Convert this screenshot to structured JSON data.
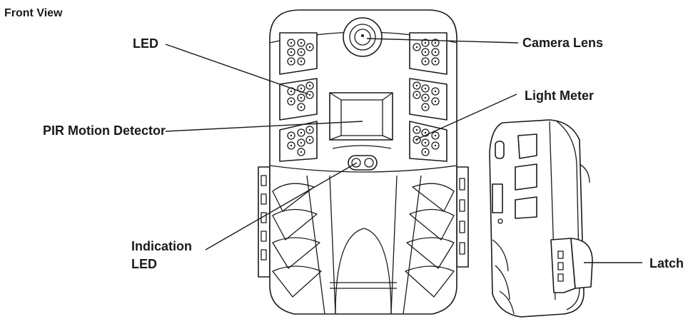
{
  "title": "Front View",
  "callouts": {
    "led": "LED",
    "camera_lens": "Camera Lens",
    "light_meter": "Light Meter",
    "pir": "PIR Motion Detector",
    "indication_1": "Indication",
    "indication_2": "LED",
    "latch": "Latch"
  },
  "colors": {
    "line": "#1a1a1a",
    "background": "#ffffff"
  }
}
